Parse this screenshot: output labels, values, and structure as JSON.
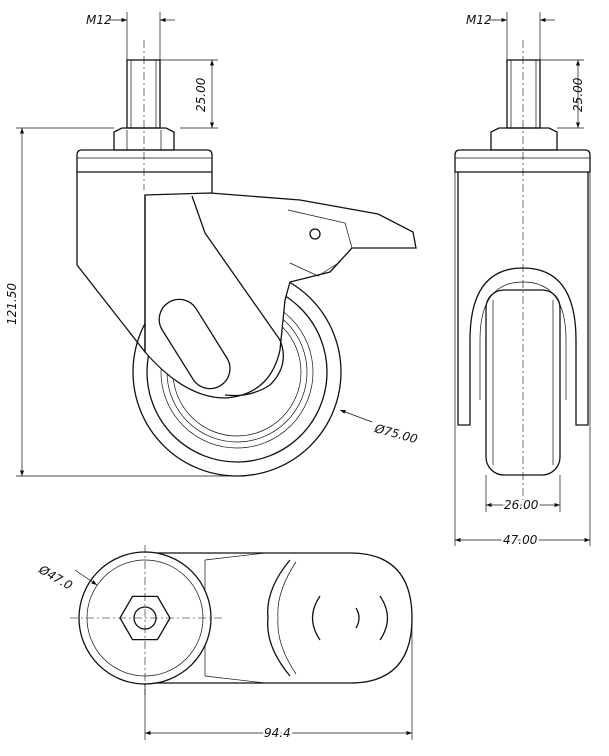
{
  "side_view": {
    "thread": "M12",
    "stem_length": "25.00",
    "overall_height": "121.50",
    "wheel_diameter": "Ø75.00"
  },
  "front_view": {
    "thread": "M12",
    "stem_length": "25.00",
    "wheel_width": "26.00",
    "overall_width": "47.00"
  },
  "top_view": {
    "plate_diameter": "Ø47.0",
    "overall_length": "94.4"
  },
  "colors": {
    "line": "#111111",
    "background": "#ffffff"
  }
}
